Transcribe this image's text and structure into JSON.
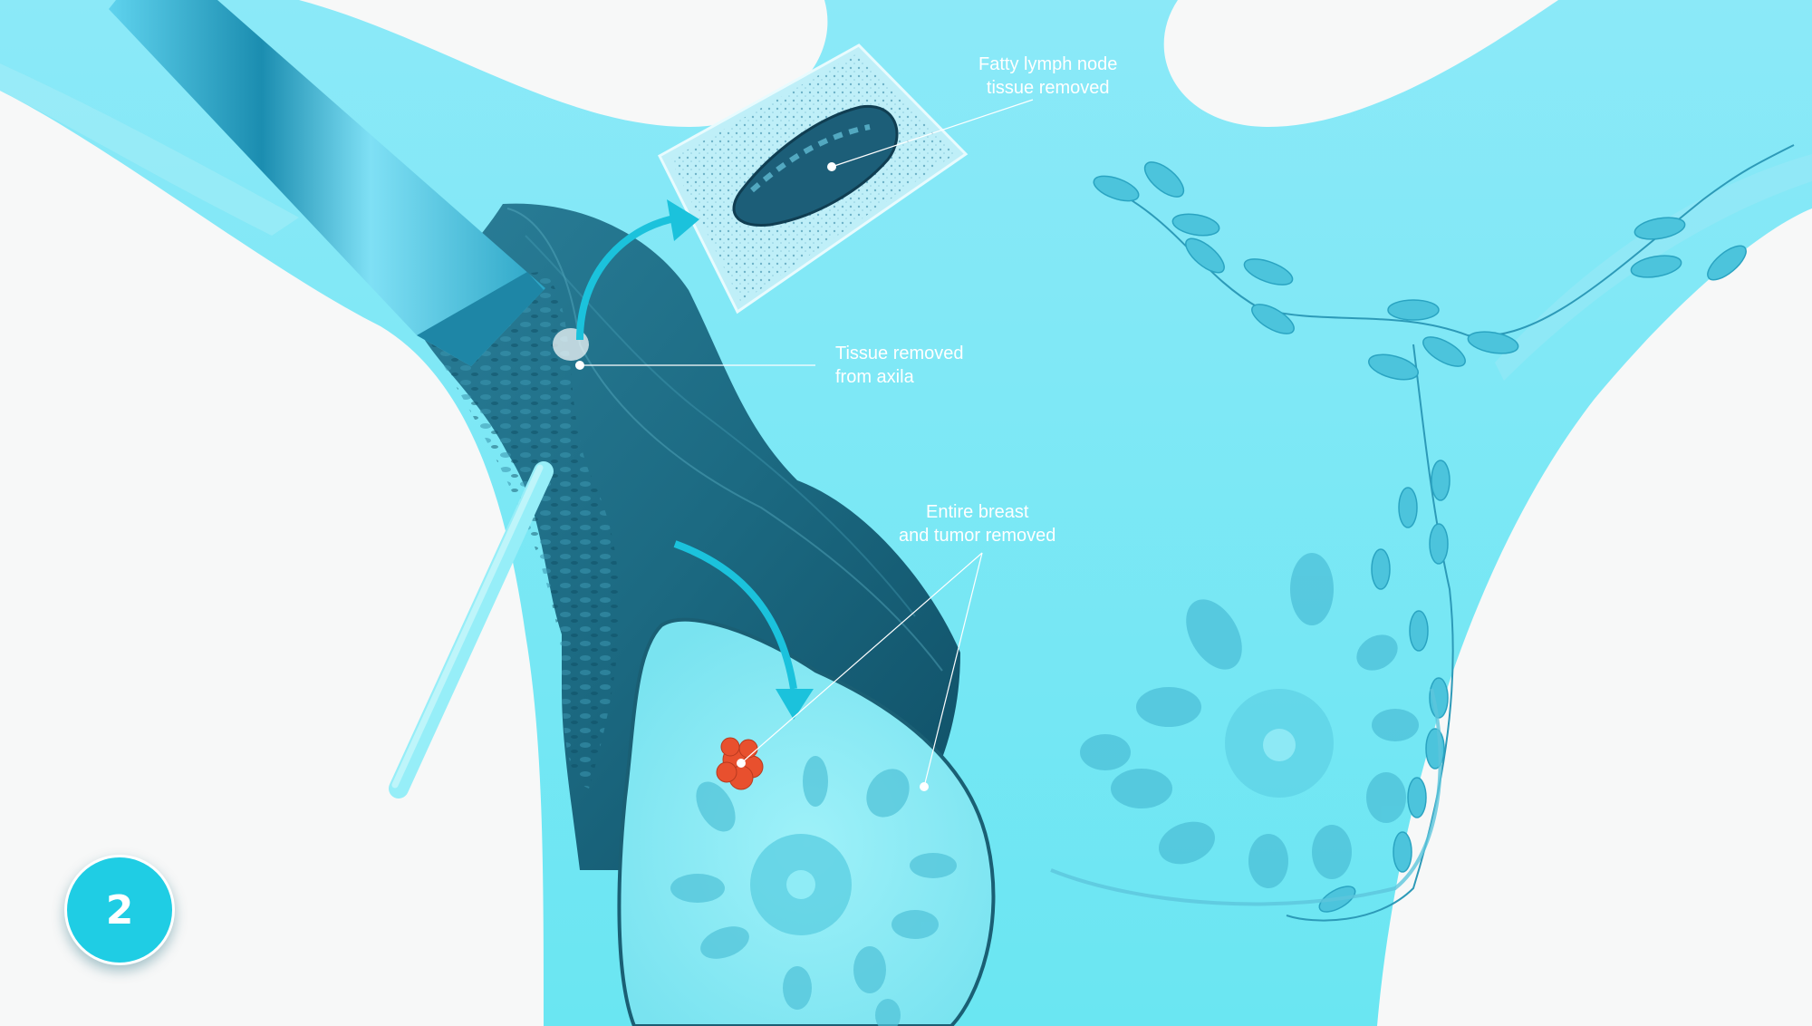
{
  "labels": {
    "lymph_node": [
      "Fatty lymph node",
      "tissue removed"
    ],
    "axila": [
      "Tissue removed",
      "from axila"
    ],
    "breast": [
      "Entire breast",
      "and tumor removed"
    ]
  },
  "step_number": "2",
  "colors": {
    "body": "#6fe3f3",
    "tissue_dark": "#1f6d86",
    "breast_light": "#8eedf7",
    "tumor": "#e8502e",
    "arrow": "#1bc2dc",
    "badge": "#1fcde4",
    "background": "#f7f8f8"
  },
  "icons": [
    "retractor",
    "surgical-probe",
    "curved-arrow",
    "tumor"
  ]
}
